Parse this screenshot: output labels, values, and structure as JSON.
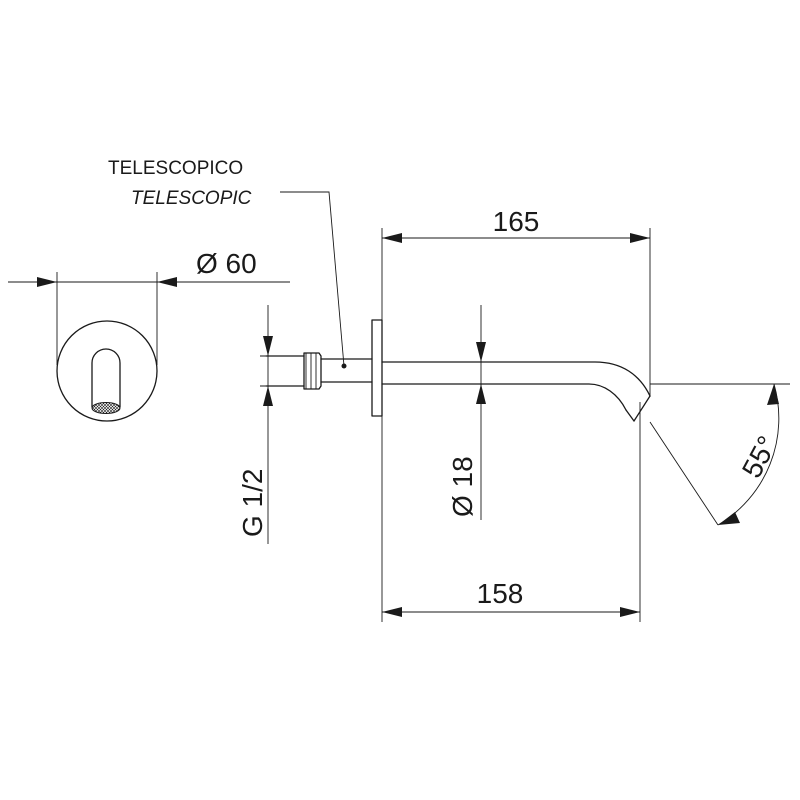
{
  "labels": {
    "telescopic_it": "TELESCOPICO",
    "telescopic_en": "TELESCOPIC"
  },
  "dimensions": {
    "rosette_diameter": "Ø 60",
    "spout_length_total": "165",
    "spout_length_inner": "158",
    "thread_size": "G 1/2",
    "pipe_diameter": "Ø 18",
    "outlet_angle": "55°"
  }
}
